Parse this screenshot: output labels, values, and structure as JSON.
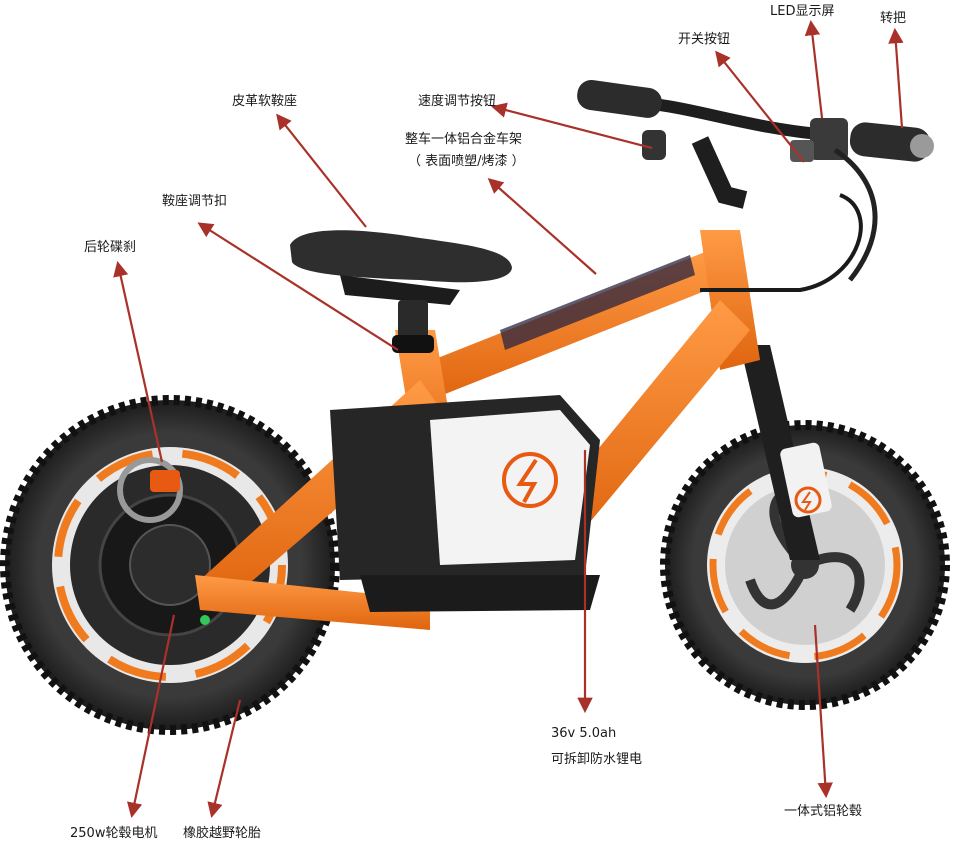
{
  "labels": {
    "seat": "皮革软鞍座",
    "speed_button": "速度调节按钮",
    "frame_line1": "整车一体铝合金车架",
    "frame_line2": "（ 表面喷塑/烤漆 ）",
    "seat_clamp": "鞍座调节扣",
    "rear_disc_brake": "后轮碟刹",
    "switch_button": "开关按钮",
    "led_display": "LED显示屏",
    "throttle": "转把",
    "battery_line1": "36v 5.0ah",
    "battery_line2": "可拆卸防水锂电",
    "hub_motor": "250w轮毂电机",
    "tire": "橡胶越野轮胎",
    "wheel_hub": "一体式铝轮毂"
  },
  "colors": {
    "frame": "#f07a1e",
    "arrow": "#a8322a",
    "tire": "#2b2b2b",
    "hub": "#1e1e1e"
  },
  "icons": {
    "battery_logo": "lightning-bolt-icon",
    "front_logo": "lightning-bolt-icon"
  }
}
